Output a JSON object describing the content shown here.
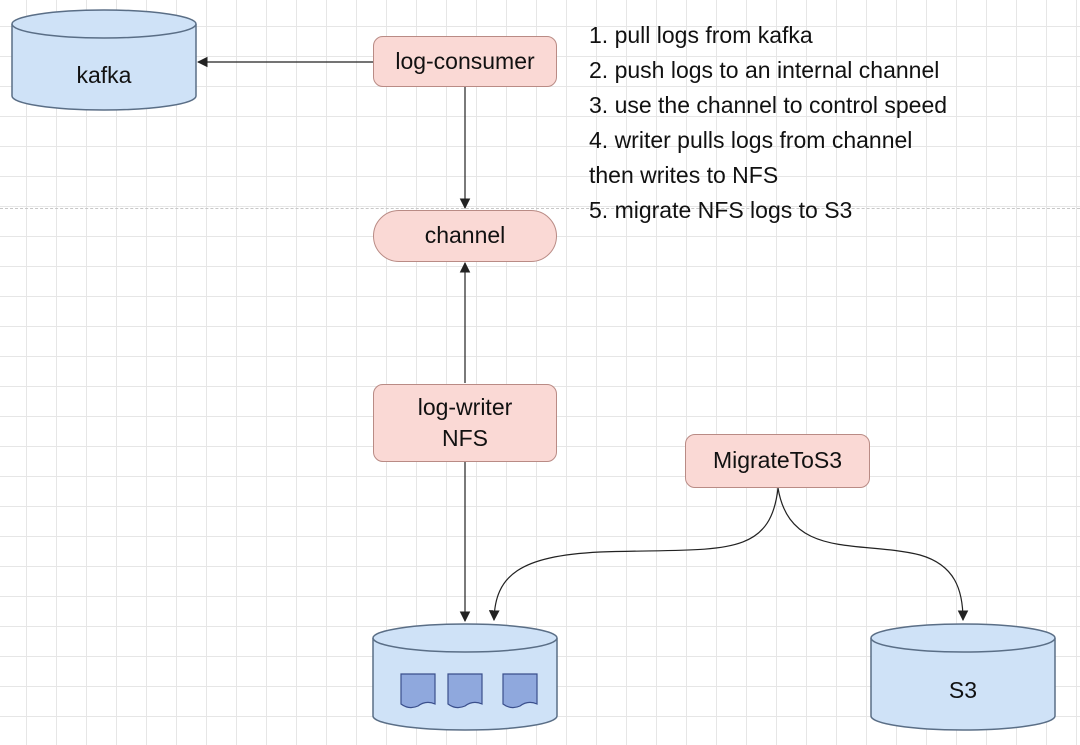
{
  "colors": {
    "process_fill": "#fad9d5",
    "process_stroke": "#b98b85",
    "store_fill": "#cfe2f7",
    "store_stroke": "#5a6e86",
    "doc_fill": "#8fa8dd",
    "doc_stroke": "#3a4f8c",
    "edge": "#222222"
  },
  "nodes": {
    "kafka": "kafka",
    "log_consumer": "log-consumer",
    "channel": "channel",
    "log_writer": "log-writer\nNFS",
    "migrate": "MigrateToS3",
    "s3": "S3"
  },
  "notes": [
    "1. pull logs from kafka",
    "2. push logs to an internal channel",
    "3. use the channel to control speed",
    "4. writer pulls logs from channel",
    "then writes to NFS",
    "5. migrate NFS logs to S3"
  ],
  "nfs_store": {
    "icons": [
      "file-icon",
      "file-icon",
      "file-icon"
    ]
  }
}
